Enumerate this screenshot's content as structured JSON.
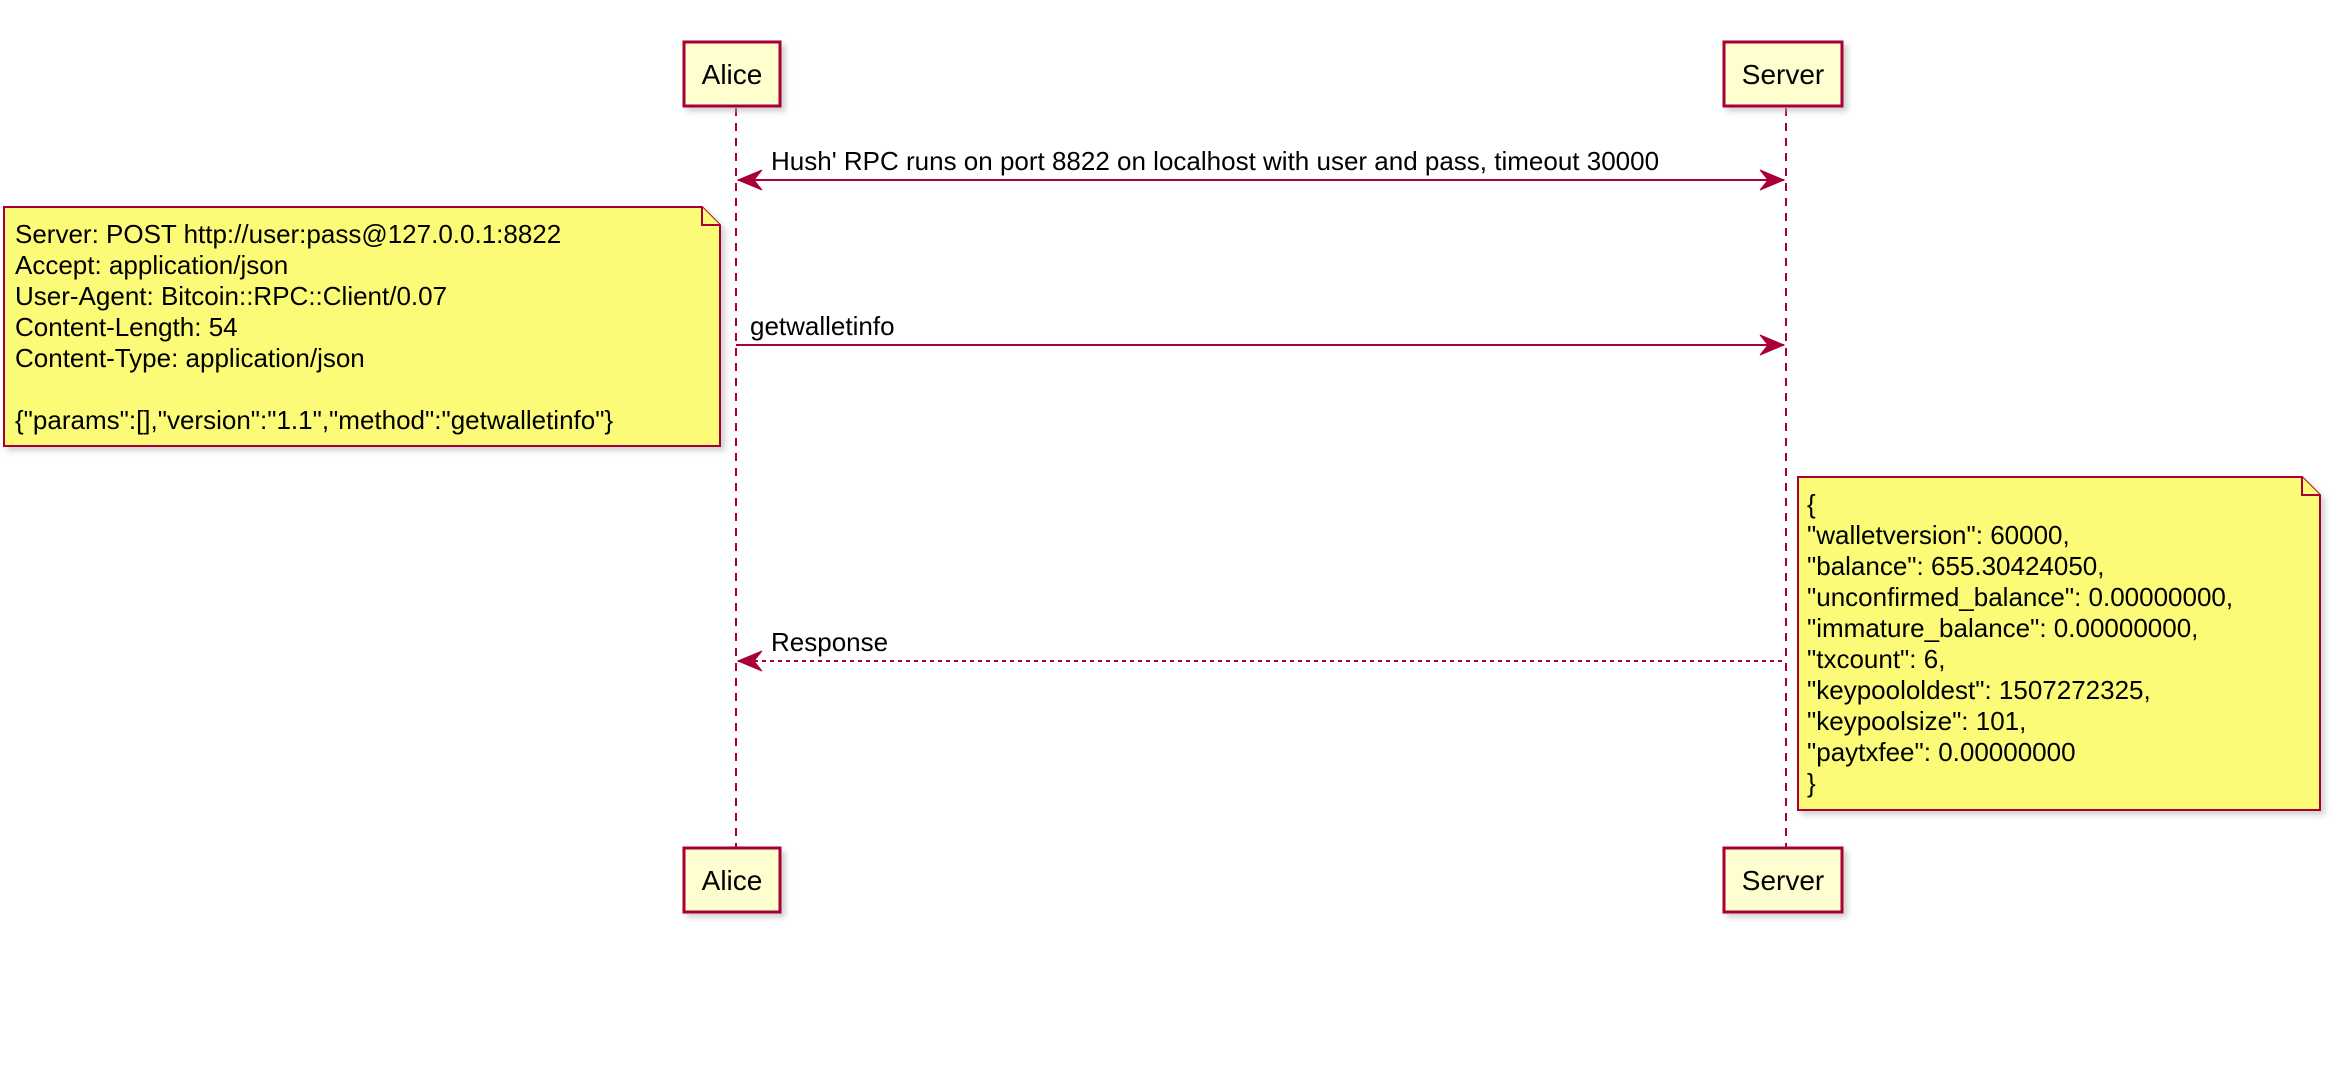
{
  "participants": {
    "alice": "Alice",
    "server": "Server"
  },
  "messages": [
    {
      "id": "config",
      "label": "Hush' RPC runs on port 8822 on localhost with user and pass, timeout 30000",
      "style": "bidirectional"
    },
    {
      "id": "request",
      "label": "getwalletinfo",
      "style": "solid"
    },
    {
      "id": "response",
      "label": "Response",
      "style": "dashed"
    }
  ],
  "notes": {
    "request_note": [
      "Server: POST http://user:pass@127.0.0.1:8822",
      "Accept: application/json",
      "User-Agent: Bitcoin::RPC::Client/0.07",
      "Content-Length: 54",
      "Content-Type: application/json",
      "",
      "{\"params\":[],\"version\":\"1.1\",\"method\":\"getwalletinfo\"}"
    ],
    "response_note": [
      "{",
      "\"walletversion\": 60000,",
      "\"balance\": 655.30424050,",
      "\"unconfirmed_balance\": 0.00000000,",
      "\"immature_balance\": 0.00000000,",
      "\"txcount\": 6,",
      "\"keypoololdest\": 1507272325,",
      "\"keypoolsize\": 101,",
      "\"paytxfee\": 0.00000000",
      "}"
    ]
  },
  "colors": {
    "line": "#A80036",
    "participant_fill": "#FEFECE",
    "note_fill": "#FBFB77",
    "shadow": "#C8C8C8"
  }
}
